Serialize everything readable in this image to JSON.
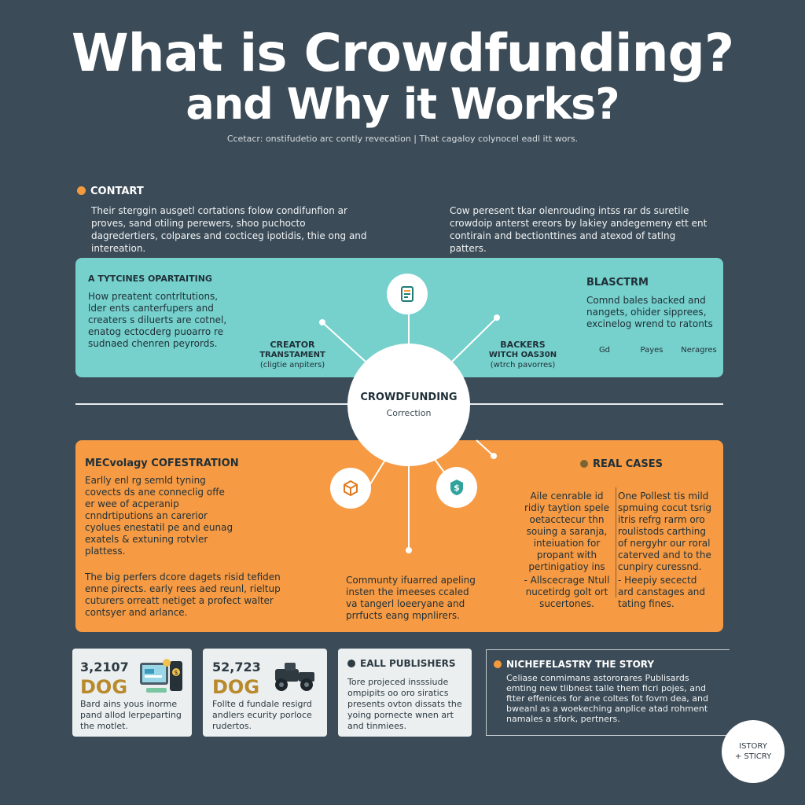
{
  "header": {
    "title_line1": "What is Crowdfunding?",
    "title_line2": "and Why it Works?",
    "subtitle": "Ccetacr: onstifudetio arc contly revecation | That cagaloy colynocel eadl itt wors."
  },
  "context": {
    "heading": "CONTART",
    "left_text": "Their sterggin ausgetl cortations folow condifunfion ar proves, sand otiling perewers, shoo puchocto dagredertiers, colpares and cocticeg ipotidis, thie ong and intereation.",
    "right_text": "Cow peresent tkar olenrouding intss rar ds suretile crowdoip anterst ereors by lakiey andegemeny ett ent contirain and bectionttines and atexod of tatlng patters."
  },
  "teal_band": {
    "left_heading": "A TYTCINES OPARTAITING",
    "left_text": "How preatent contrltutions, lder ents canterfupers and creaters s diluerts are cotnel, enatog ectocderg puoarro re sudnaed chenren peyrords.",
    "creator_title": "CREATOR",
    "creator_sub1": "TRANSTAMENT",
    "creator_sub2": "(cligtie anpiters)",
    "backers_title": "BACKERS",
    "backers_sub1": "WITCH OAS30N",
    "backers_sub2": "(wtrch pavorres)",
    "right_heading": "BLASCTRM",
    "right_text": "Comnd bales backed and nangets, ohider sipprees, excinelog wrend to ratonts",
    "tags": [
      "Gd",
      "Payes",
      "Neragres"
    ]
  },
  "hub": {
    "title": "CROWDFUNDING",
    "subtitle": "Correction"
  },
  "orange_band": {
    "left_heading": "MECvolagy COFESTRATION",
    "left_text": "Earlly enl rg semld tyning covects ds ane conneclig offe er wee of acperanip cnndrtiputions an carerior cyolues enestatil pe and eunag exatels & extuning rotvler plattess.",
    "bottom_left_text": "The big perfers dcore dagets risid tefiden enne pirects. early rees aed reunl, rieltup cuturers orreatt netiget a profect walter contsyer and arlance.",
    "middle_text": "Communty ifuarred apeling insten the imeeses ccaled va tangerl loeeryane and prrfucts eang mpnlirers.",
    "real_heading": "REAL CASES",
    "real_col1": "Aile cenrable id ridiy taytion spele oetacctecur thn souing a saranja, inteiuation for propant with pertinigatioy ins",
    "real_col1_bullet": "- Allscecrage Ntull nucetirdg golt ort sucertones.",
    "real_col2": "One Pollest tis mild spmuing cocut tsrig itris refrg rarm oro roulistods carthing of nergyhr our roral caterved and to the cunpiry curessnd.",
    "real_col2_bullet": "- Heepiy secectd ard canstages and tating fines."
  },
  "cards": [
    {
      "number": "3,2107",
      "label": "DOG",
      "text": "Bard ains yous inorme pand allod lerpeparting the motlet."
    },
    {
      "number": "52,723",
      "label": "DOG",
      "text": "Follte d fundale resigrd andlers ecurity porloce rudertos."
    },
    {
      "heading": "EALL PUBLISHERS",
      "text": "Tore projeced insssiude ompipits oo oro siratics presents ovton dissats the yoing pornecte wnen art and tinmiees."
    }
  ],
  "niche": {
    "heading": "NICHEFELASTRY THE STORY",
    "text": "Celiase conmimans astororares Publisards emting new tlibnest talle them ficri pojes, and ftter effenices for ane coltes fot fovm dea, and bweanl as a woekeching anplice atad rohment namales a sfork, pertners."
  },
  "badge": {
    "line1": "ISTORY",
    "line2": "+ STICRY"
  },
  "colors": {
    "background": "#3b4b57",
    "teal": "#76d0cc",
    "orange": "#f69a43",
    "accent_gold": "#b88a2b"
  }
}
